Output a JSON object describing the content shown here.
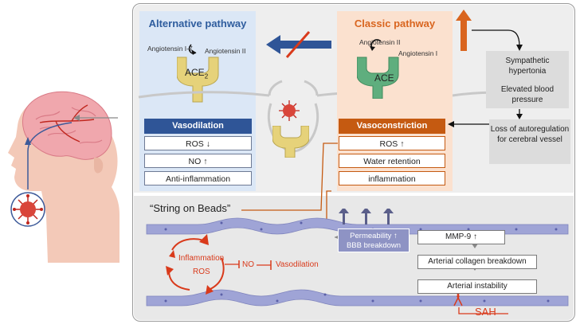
{
  "alternative": {
    "title": "Alternative pathway",
    "enzyme": "ACE",
    "enzyme_sub": "2",
    "substrate": "Angiotensin II",
    "product": "Angiotensin I-7",
    "effect": "Vasodilation",
    "items": [
      "ROS ↓",
      "NO ↑",
      "Anti-inflammation"
    ]
  },
  "classic": {
    "title": "Classic pathway",
    "enzyme": "ACE",
    "substrate": "Angiotensin I",
    "product": "Angiotensin II",
    "effect": "Vasoconstriction",
    "items": [
      "ROS ↑",
      "Water retention",
      "inflammation"
    ]
  },
  "side": {
    "top": [
      "Sympathetic hypertonia",
      "Elevated blood pressure"
    ],
    "bottom": "Loss of autoregulation for cerebral vessel"
  },
  "lower": {
    "beads_label": "“String on Beads”",
    "cycle": [
      "Inflammation",
      "ROS"
    ],
    "no_label": "NO",
    "vaso_label": "Vasodilation",
    "permeability": [
      "Permeability ↑",
      "BBB breakdown"
    ],
    "chain": [
      "MMP-9 ↑",
      "Arterial collagen breakdown",
      "Arterial instability"
    ],
    "outcome": "SAH"
  },
  "colors": {
    "blue": "#2f5597",
    "orange": "#c55a11",
    "red": "#d93a1b",
    "vessel": "#9fa4d6"
  }
}
